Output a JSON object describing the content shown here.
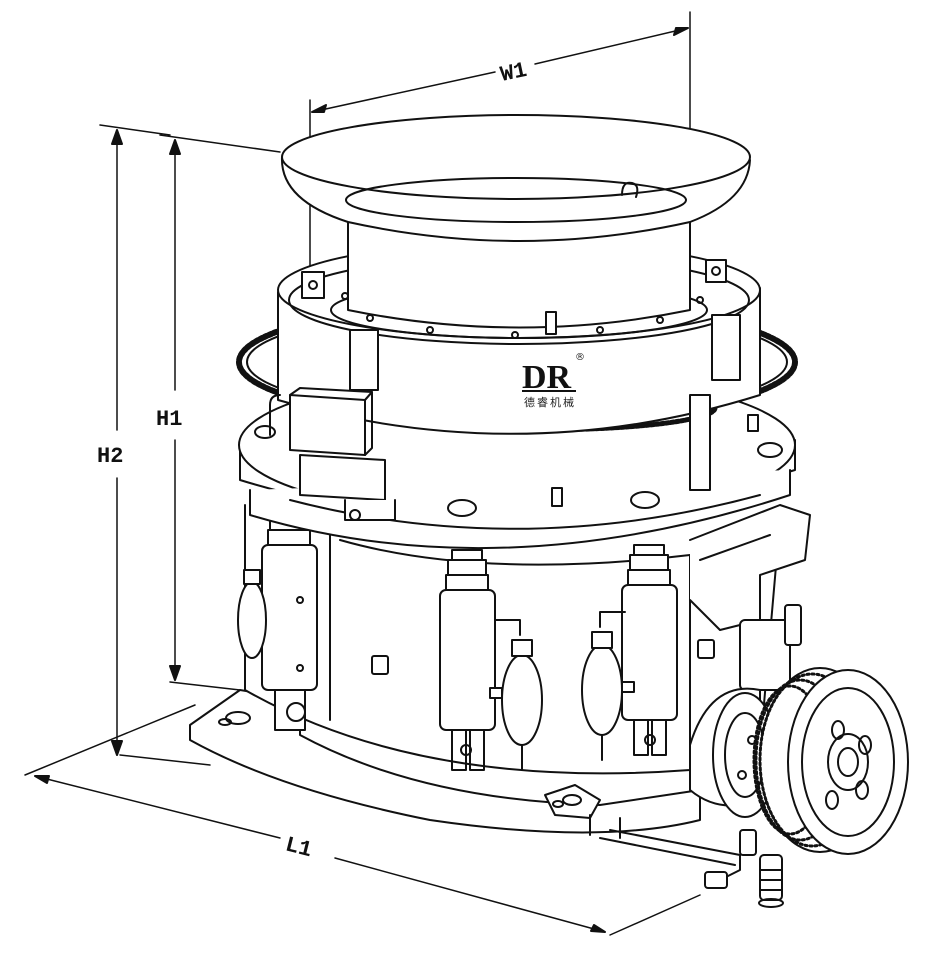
{
  "drawing": {
    "dimension_labels": {
      "w1": "W1",
      "h1": "H1",
      "h2": "H2",
      "l1": "L1"
    },
    "logo": {
      "mark": "DR",
      "registered": "®",
      "subtitle": "德睿机械"
    },
    "colors": {
      "line": "#111111",
      "paper": "#ffffff"
    }
  }
}
